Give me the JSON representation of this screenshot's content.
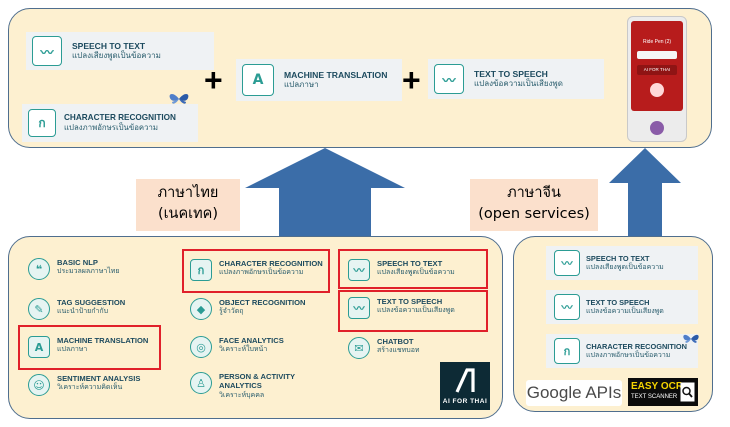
{
  "top": {
    "tiles": [
      {
        "title": "SPEECH TO TEXT",
        "subtitle": "แปลงเสียงพูดเป็นข้อความ"
      },
      {
        "title": "CHARACTER RECOGNITION",
        "subtitle": "แปลงภาพอักษรเป็นข้อความ"
      },
      {
        "title": "MACHINE TRANSLATION",
        "subtitle": "แปลภาษา"
      },
      {
        "title": "TEXT TO SPEECH",
        "subtitle": "แปลงข้อความเป็นเสียงพูด"
      }
    ],
    "plus_sign": "+",
    "phone": {
      "screen_text": "Ride Pen (2)",
      "button_text": "AI FOR THAI"
    }
  },
  "labels": {
    "left": {
      "line1": "ภาษาไทย",
      "line2": "(เนคเทค)"
    },
    "right": {
      "line1": "ภาษาจีน",
      "line2": "(open services)"
    }
  },
  "bottom_left": {
    "services": [
      {
        "title": "BASIC NLP",
        "subtitle": "ประมวลผลภาษาไทย",
        "icon": "speech-bubble-icon"
      },
      {
        "title": "TAG SUGGESTION",
        "subtitle": "แนะนำป้ายกำกับ",
        "icon": "tag-icon"
      },
      {
        "title": "MACHINE TRANSLATION",
        "subtitle": "แปลภาษา",
        "icon": "translate-icon"
      },
      {
        "title": "SENTIMENT ANALYSIS",
        "subtitle": "วิเคราะห์ความคิดเห็น",
        "icon": "smiley-icon"
      },
      {
        "title": "CHARACTER RECOGNITION",
        "subtitle": "แปลงภาพอักษรเป็นข้อความ",
        "icon": "ocr-icon"
      },
      {
        "title": "OBJECT RECOGNITION",
        "subtitle": "รู้จำวัตถุ",
        "icon": "object-icon"
      },
      {
        "title": "FACE ANALYTICS",
        "subtitle": "วิเคราะห์ใบหน้า",
        "icon": "face-icon"
      },
      {
        "title": "PERSON & ACTIVITY",
        "title2": "ANALYTICS",
        "subtitle": "วิเคราะห์บุคคล",
        "icon": "person-icon"
      },
      {
        "title": "SPEECH TO TEXT",
        "subtitle": "แปลงเสียงพูดเป็นข้อความ",
        "icon": "waveform-icon"
      },
      {
        "title": "TEXT TO SPEECH",
        "subtitle": "แปลงข้อความเป็นเสียงพูด",
        "icon": "speaker-icon"
      },
      {
        "title": "CHATBOT",
        "subtitle": "สร้างแชทบอท",
        "icon": "chat-icon"
      }
    ],
    "logo_text": "AI FOR THAI"
  },
  "bottom_right": {
    "tiles": [
      {
        "title": "SPEECH TO TEXT",
        "subtitle": "แปลงเสียงพูดเป็นข้อความ"
      },
      {
        "title": "TEXT TO SPEECH",
        "subtitle": "แปลงข้อความเป็นเสียงพูด"
      },
      {
        "title": "CHARACTER RECOGNITION",
        "subtitle": "แปลงภาพอักษรเป็นข้อความ"
      }
    ],
    "google_logo": "Google APIs",
    "easyocr": {
      "line1": "EASY OCR:",
      "line2": "TEXT SCANNER"
    }
  },
  "colors": {
    "panel_fill": "#fdf0d0",
    "panel_border": "#4f6e8e",
    "arrow": "#3b6da8",
    "highlight": "#e0202a",
    "accent": "#2b9c94",
    "label_bg": "#fbe0cc"
  }
}
